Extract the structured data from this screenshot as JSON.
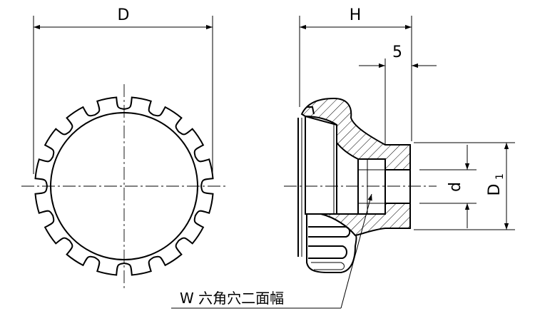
{
  "dimensions": {
    "D": "D",
    "H": "H",
    "five": "5",
    "d": "d",
    "D1": "D",
    "D1_sub": "1"
  },
  "callout": {
    "hex_label": "W 六角穴二面幅"
  },
  "colors": {
    "line": "#000000",
    "background": "#ffffff"
  }
}
